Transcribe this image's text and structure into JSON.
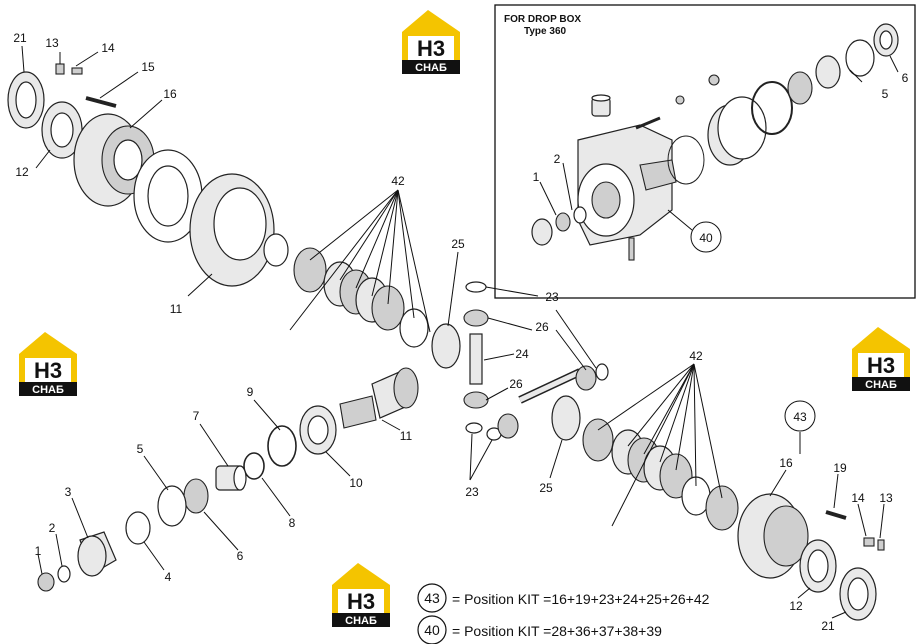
{
  "inset": {
    "title_line1": "FOR DROP BOX",
    "title_line2": "Type 360",
    "labels": [
      "1",
      "2",
      "5",
      "6",
      "40"
    ]
  },
  "labels": {
    "p21a": "21",
    "p13a": "13",
    "p14a": "14",
    "p15": "15",
    "p16a": "16",
    "p12a": "12",
    "p42a": "42",
    "p11a": "11",
    "p25a": "25",
    "p23a": "23",
    "p26a": "26",
    "p24": "24",
    "p42b": "42",
    "p9": "9",
    "p7": "7",
    "p5": "5",
    "p3": "3",
    "p2": "2",
    "p1": "1",
    "p4": "4",
    "p6": "6",
    "p8": "8",
    "p10": "10",
    "p11b": "11",
    "p26b": "26",
    "p23b": "23",
    "p25b": "25",
    "p43": "43",
    "p16b": "16",
    "p19": "19",
    "p14b": "14",
    "p13b": "13",
    "p12b": "12",
    "p21b": "21"
  },
  "kits": [
    {
      "number": "43",
      "text": "= Position KIT =16+19+23+24+25+26+42"
    },
    {
      "number": "40",
      "text": "= Position KIT =28+36+37+38+39"
    }
  ],
  "logo": {
    "mark": "H3",
    "sub": "CHAБ",
    "accent": "#f4c400"
  }
}
